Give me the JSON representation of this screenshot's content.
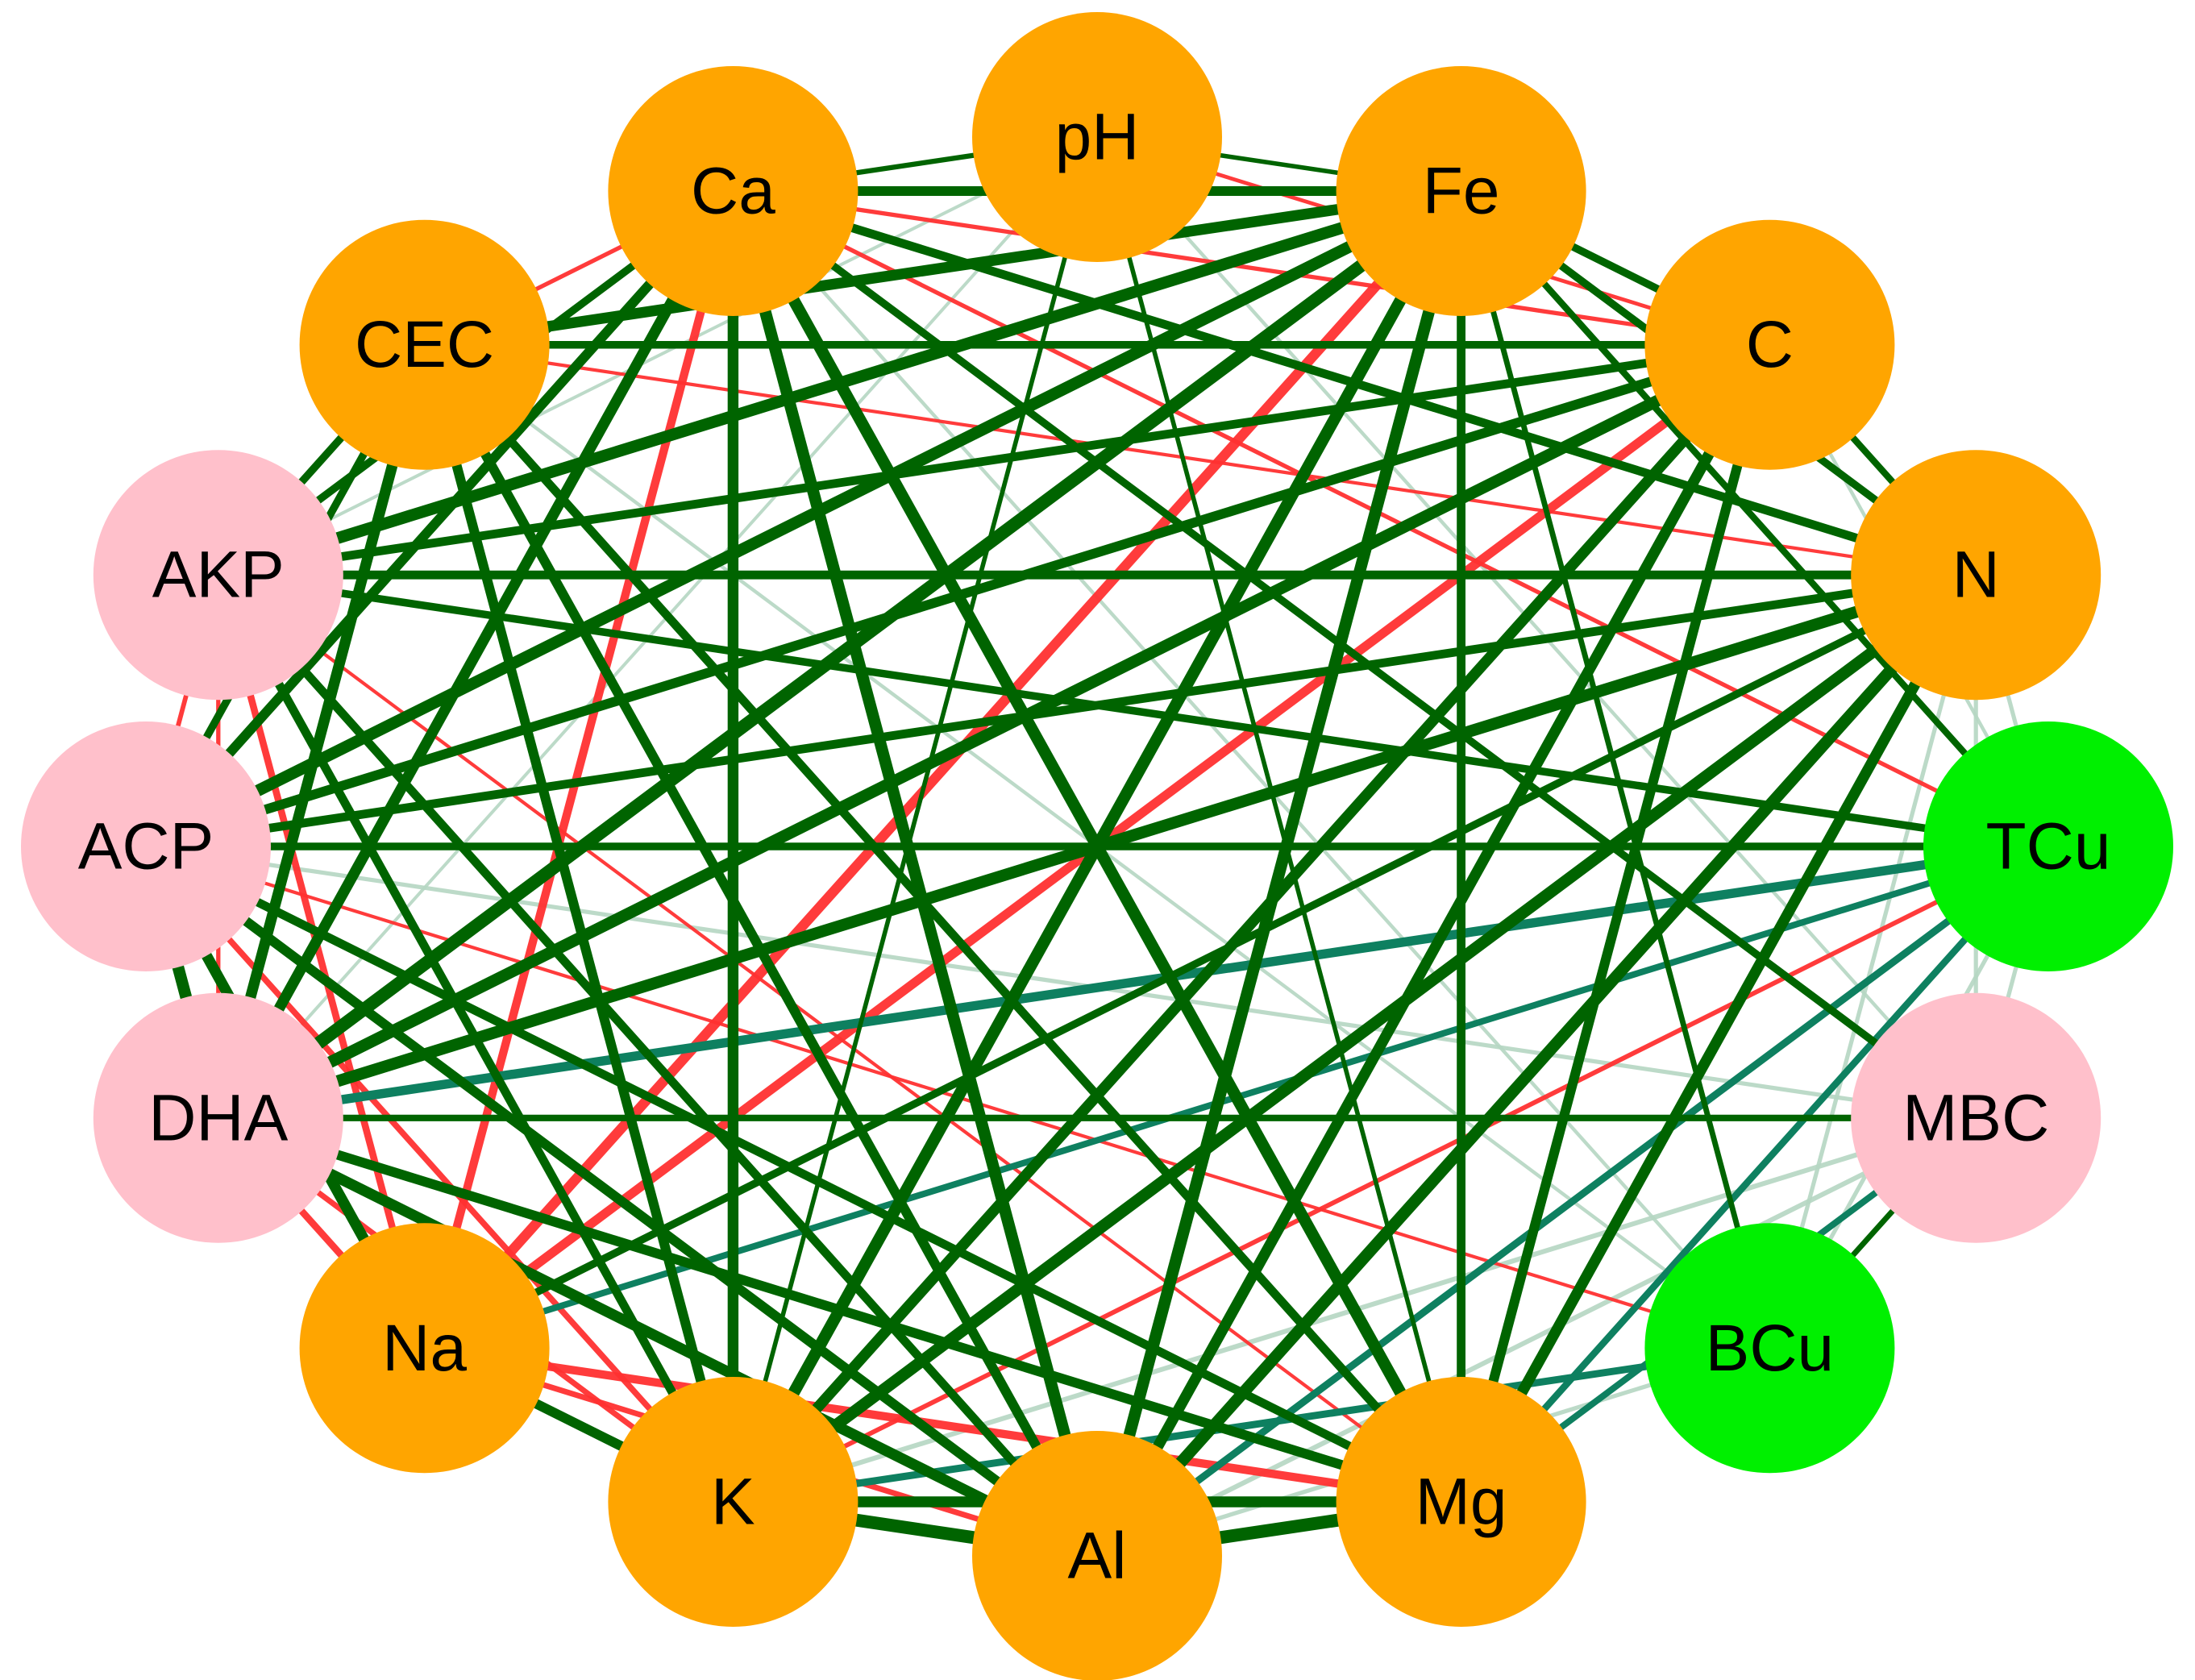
{
  "colors": {
    "soil_property": "#FFA500",
    "enzyme_microbial": "#FFC0CB",
    "copper": "#00F000",
    "positive_strong": "#006400",
    "positive_teal": "#0E8060",
    "negative": "#FF3030",
    "negative_light": "#FFB0B0",
    "positive_light": "#B5D6C2"
  },
  "nodes": [
    {
      "id": "pH",
      "label": "pH",
      "group": "soil_property"
    },
    {
      "id": "Fe",
      "label": "Fe",
      "group": "soil_property"
    },
    {
      "id": "C",
      "label": "C",
      "group": "soil_property"
    },
    {
      "id": "N",
      "label": "N",
      "group": "soil_property"
    },
    {
      "id": "TCu",
      "label": "TCu",
      "group": "copper"
    },
    {
      "id": "MBC",
      "label": "MBC",
      "group": "enzyme_microbial"
    },
    {
      "id": "BCu",
      "label": "BCu",
      "group": "copper"
    },
    {
      "id": "Mg",
      "label": "Mg",
      "group": "soil_property"
    },
    {
      "id": "Al",
      "label": "Al",
      "group": "soil_property"
    },
    {
      "id": "K",
      "label": "K",
      "group": "soil_property"
    },
    {
      "id": "Na",
      "label": "Na",
      "group": "soil_property"
    },
    {
      "id": "DHA",
      "label": "DHA",
      "group": "enzyme_microbial"
    },
    {
      "id": "ACP",
      "label": "ACP",
      "group": "enzyme_microbial"
    },
    {
      "id": "AKP",
      "label": "AKP",
      "group": "enzyme_microbial"
    },
    {
      "id": "CEC",
      "label": "CEC",
      "group": "soil_property"
    },
    {
      "id": "Ca",
      "label": "Ca",
      "group": "soil_property"
    }
  ],
  "edges": [
    {
      "source": "Fe",
      "target": "Na",
      "sign": "negative",
      "strength": 0.95
    },
    {
      "source": "C",
      "target": "Na",
      "sign": "negative",
      "strength": 0.85
    },
    {
      "source": "Ca",
      "target": "Na",
      "sign": "negative",
      "strength": 0.75
    },
    {
      "source": "Ca",
      "target": "TCu",
      "sign": "negative",
      "strength": 0.3
    },
    {
      "source": "K",
      "target": "Mg",
      "sign": "negative",
      "strength": 0.7
    },
    {
      "source": "Na",
      "target": "Mg",
      "sign": "negative",
      "strength": 0.75
    },
    {
      "source": "AKP",
      "target": "Na",
      "sign": "negative",
      "strength": 0.6
    },
    {
      "source": "DHA",
      "target": "Na",
      "sign": "negative",
      "strength": 0.6
    },
    {
      "source": "ACP",
      "target": "K",
      "sign": "negative",
      "strength": 0.5
    },
    {
      "source": "DHA",
      "target": "K",
      "sign": "negative",
      "strength": 0.45
    },
    {
      "source": "Na",
      "target": "Al",
      "sign": "negative",
      "strength": 0.45
    },
    {
      "source": "pH",
      "target": "C",
      "sign": "negative",
      "strength": 0.25
    },
    {
      "source": "Ca",
      "target": "C",
      "sign": "negative",
      "strength": 0.3
    },
    {
      "source": "CEC",
      "target": "Ca",
      "sign": "negative",
      "strength": 0.3
    },
    {
      "source": "DHA",
      "target": "TCu",
      "sign": "negative",
      "strength": 0.25
    },
    {
      "source": "Na",
      "target": "TCu",
      "sign": "negative",
      "strength": 0.35
    },
    {
      "source": "K",
      "target": "TCu",
      "sign": "negative",
      "strength": 0.35
    },
    {
      "source": "AKP",
      "target": "Mg",
      "sign": "negative",
      "strength": 0.2
    },
    {
      "source": "ACP",
      "target": "BCu",
      "sign": "negative",
      "strength": 0.2
    },
    {
      "source": "AKP",
      "target": "ACP",
      "sign": "negative",
      "strength": 0.35
    },
    {
      "source": "AKP",
      "target": "DHA",
      "sign": "negative",
      "strength": 0.3
    },
    {
      "source": "CEC",
      "target": "N",
      "sign": "negative",
      "strength": 0.2
    },
    {
      "source": "Fe",
      "target": "K",
      "sign": "positive",
      "strength": 0.9
    },
    {
      "source": "Fe",
      "target": "DHA",
      "sign": "positive",
      "strength": 1.0
    },
    {
      "source": "Fe",
      "target": "ACP",
      "sign": "positive",
      "strength": 0.9
    },
    {
      "source": "Fe",
      "target": "AKP",
      "sign": "positive",
      "strength": 0.9
    },
    {
      "source": "Fe",
      "target": "CEC",
      "sign": "positive",
      "strength": 0.8
    },
    {
      "source": "Fe",
      "target": "Ca",
      "sign": "positive",
      "strength": 0.7
    },
    {
      "source": "Fe",
      "target": "Mg",
      "sign": "positive",
      "strength": 0.6
    },
    {
      "source": "Fe",
      "target": "Al",
      "sign": "positive",
      "strength": 0.9
    },
    {
      "source": "Fe",
      "target": "C",
      "sign": "positive",
      "strength": 0.5
    },
    {
      "source": "Fe",
      "target": "N",
      "sign": "positive",
      "strength": 0.5
    },
    {
      "source": "Fe",
      "target": "TCu",
      "sign": "positive",
      "strength": 0.4
    },
    {
      "source": "Ca",
      "target": "K",
      "sign": "positive",
      "strength": 0.8
    },
    {
      "source": "Ca",
      "target": "Al",
      "sign": "positive",
      "strength": 0.9
    },
    {
      "source": "Ca",
      "target": "Mg",
      "sign": "positive",
      "strength": 0.9
    },
    {
      "source": "Ca",
      "target": "DHA",
      "sign": "positive",
      "strength": 0.8
    },
    {
      "source": "Ca",
      "target": "ACP",
      "sign": "positive",
      "strength": 0.7
    },
    {
      "source": "Ca",
      "target": "AKP",
      "sign": "positive",
      "strength": 0.5
    },
    {
      "source": "Ca",
      "target": "N",
      "sign": "positive",
      "strength": 0.6
    },
    {
      "source": "Ca",
      "target": "MBC",
      "sign": "positive",
      "strength": 0.5
    },
    {
      "source": "C",
      "target": "K",
      "sign": "positive",
      "strength": 0.8
    },
    {
      "source": "C",
      "target": "Al",
      "sign": "positive",
      "strength": 0.8
    },
    {
      "source": "C",
      "target": "Mg",
      "sign": "positive",
      "strength": 0.7
    },
    {
      "source": "C",
      "target": "DHA",
      "sign": "positive",
      "strength": 0.9
    },
    {
      "source": "C",
      "target": "ACP",
      "sign": "positive",
      "strength": 0.7
    },
    {
      "source": "C",
      "target": "CEC",
      "sign": "positive",
      "strength": 0.5
    },
    {
      "source": "C",
      "target": "AKP",
      "sign": "positive",
      "strength": 0.6
    },
    {
      "source": "N",
      "target": "K",
      "sign": "positive",
      "strength": 0.9
    },
    {
      "source": "N",
      "target": "Al",
      "sign": "positive",
      "strength": 0.9
    },
    {
      "source": "N",
      "target": "Mg",
      "sign": "positive",
      "strength": 0.8
    },
    {
      "source": "N",
      "target": "DHA",
      "sign": "positive",
      "strength": 0.9
    },
    {
      "source": "N",
      "target": "ACP",
      "sign": "positive",
      "strength": 0.6
    },
    {
      "source": "N",
      "target": "AKP",
      "sign": "positive",
      "strength": 0.6
    },
    {
      "source": "N",
      "target": "Na",
      "sign": "positive",
      "strength": 0.5
    },
    {
      "source": "AKP",
      "target": "K",
      "sign": "positive",
      "strength": 0.6
    },
    {
      "source": "AKP",
      "target": "Al",
      "sign": "positive",
      "strength": 0.6
    },
    {
      "source": "AKP",
      "target": "TCu",
      "sign": "positive",
      "strength": 0.5
    },
    {
      "source": "ACP",
      "target": "Al",
      "sign": "positive",
      "strength": 0.7
    },
    {
      "source": "ACP",
      "target": "Mg",
      "sign": "positive",
      "strength": 0.6
    },
    {
      "source": "ACP",
      "target": "TCu",
      "sign": "positive",
      "strength": 0.5
    },
    {
      "source": "ACP",
      "target": "Na",
      "sign": "positive",
      "strength": 0.8
    },
    {
      "source": "DHA",
      "target": "Al",
      "sign": "positive",
      "strength": 0.8
    },
    {
      "source": "DHA",
      "target": "Mg",
      "sign": "positive",
      "strength": 0.7
    },
    {
      "source": "DHA",
      "target": "MBC",
      "sign": "positive",
      "strength": 0.4
    },
    {
      "source": "CEC",
      "target": "K",
      "sign": "positive",
      "strength": 0.7
    },
    {
      "source": "CEC",
      "target": "Al",
      "sign": "positive",
      "strength": 0.7
    },
    {
      "source": "CEC",
      "target": "Mg",
      "sign": "positive",
      "strength": 0.6
    },
    {
      "source": "CEC",
      "target": "DHA",
      "sign": "positive",
      "strength": 0.8
    },
    {
      "source": "CEC",
      "target": "AKP",
      "sign": "positive",
      "strength": 0.5
    },
    {
      "source": "CEC",
      "target": "C",
      "sign": "positive",
      "strength": 0.5
    },
    {
      "source": "CEC",
      "target": "ACP",
      "sign": "positive",
      "strength": 0.5
    },
    {
      "source": "K",
      "target": "Al",
      "sign": "positive",
      "strength": 1.0
    },
    {
      "source": "Al",
      "target": "Mg",
      "sign": "positive",
      "strength": 1.0
    },
    {
      "source": "K",
      "target": "Mg",
      "sign": "positive",
      "strength": 0.8
    },
    {
      "source": "Na",
      "target": "K",
      "sign": "positive",
      "strength": 0.7
    },
    {
      "source": "DHA",
      "target": "ACP",
      "sign": "positive",
      "strength": 0.9
    },
    {
      "source": "Fe",
      "target": "BCu",
      "sign": "positive",
      "strength": 0.3
    },
    {
      "source": "Ca",
      "target": "Fe",
      "sign": "positive",
      "strength": 0.3
    },
    {
      "source": "C",
      "target": "N",
      "sign": "positive",
      "strength": 0.4
    },
    {
      "source": "MBC",
      "target": "BCu",
      "sign": "positive",
      "strength": 0.3
    },
    {
      "source": "Ca",
      "target": "pH",
      "sign": "positive",
      "strength": 0.25
    },
    {
      "source": "pH",
      "target": "Fe",
      "sign": "positive",
      "strength": 0.2
    },
    {
      "source": "pH",
      "target": "K",
      "sign": "positive",
      "strength": 0.2
    },
    {
      "source": "pH",
      "target": "Mg",
      "sign": "positive",
      "strength": 0.2
    },
    {
      "source": "DHA",
      "target": "TCu",
      "sign": "teal",
      "strength": 0.85
    },
    {
      "source": "K",
      "target": "BCu",
      "sign": "teal",
      "strength": 0.6
    },
    {
      "source": "Na",
      "target": "TCu",
      "sign": "teal",
      "strength": 0.5
    },
    {
      "source": "AKP",
      "target": "TCu",
      "sign": "teal",
      "strength": 0.5
    },
    {
      "source": "Al",
      "target": "TCu",
      "sign": "teal",
      "strength": 0.6
    },
    {
      "source": "Mg",
      "target": "TCu",
      "sign": "teal",
      "strength": 0.55
    },
    {
      "source": "Mg",
      "target": "MBC",
      "sign": "teal",
      "strength": 0.5
    },
    {
      "source": "K",
      "target": "MBC",
      "sign": "light",
      "strength": 0.5
    },
    {
      "source": "Al",
      "target": "MBC",
      "sign": "light",
      "strength": 0.5
    },
    {
      "source": "Al",
      "target": "BCu",
      "sign": "light",
      "strength": 0.4
    },
    {
      "source": "DHA",
      "target": "MBC",
      "sign": "light",
      "strength": 0.6
    },
    {
      "source": "ACP",
      "target": "MBC",
      "sign": "light",
      "strength": 0.4
    },
    {
      "source": "pH",
      "target": "MBC",
      "sign": "light",
      "strength": 0.3
    },
    {
      "source": "N",
      "target": "BCu",
      "sign": "light",
      "strength": 0.4
    },
    {
      "source": "TCu",
      "target": "BCu",
      "sign": "light",
      "strength": 0.4
    },
    {
      "source": "CEC",
      "target": "BCu",
      "sign": "light",
      "strength": 0.3
    },
    {
      "source": "pH",
      "target": "DHA",
      "sign": "light",
      "strength": 0.25
    },
    {
      "source": "pH",
      "target": "AKP",
      "sign": "light",
      "strength": 0.25
    },
    {
      "source": "Ca",
      "target": "BCu",
      "sign": "light",
      "strength": 0.3
    },
    {
      "source": "C",
      "target": "TCu",
      "sign": "light",
      "strength": 0.3
    },
    {
      "source": "N",
      "target": "TCu",
      "sign": "light",
      "strength": 0.4
    },
    {
      "source": "N",
      "target": "MBC",
      "sign": "light",
      "strength": 0.4
    },
    {
      "source": "TCu",
      "target": "MBC",
      "sign": "light",
      "strength": 0.4
    }
  ]
}
